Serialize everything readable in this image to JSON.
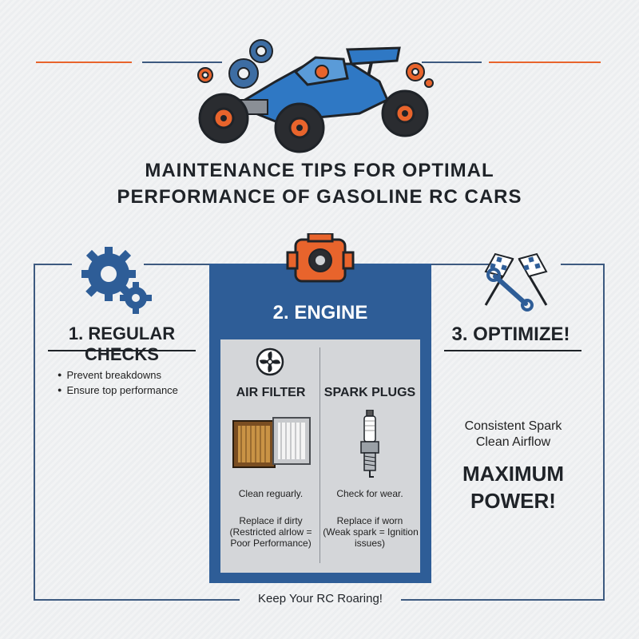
{
  "title": {
    "line1": "Maintenance Tips for Optimal",
    "line2": "Performance of Gasoline RC Cars"
  },
  "colors": {
    "accent_orange": "#e8642c",
    "accent_blue": "#2e5d97",
    "dark_text": "#1f2328",
    "panel_gray": "#d4d6d9"
  },
  "left": {
    "icon": "gears-icon",
    "title": "1. Regular Checks",
    "bullets": [
      "Prevent breakdowns",
      "Ensure top performance"
    ]
  },
  "center": {
    "icon": "engine-icon",
    "title": "2. Engine",
    "air_filter": {
      "icon": "fan-icon",
      "title": "Air Filter",
      "note1": "Clean reguarly.",
      "note2_l1": "Replace if dirty",
      "note2_l2": "(Restricted alrlow =",
      "note2_l3": "Poor Performance)"
    },
    "spark_plugs": {
      "icon": "spark-plug-icon",
      "title": "Spark Plugs",
      "note1": "Check for wear.",
      "note2_l1": "Replace if worn",
      "note2_l2": "(Weak spark = Ignition",
      "note2_l3": "issues)"
    }
  },
  "right": {
    "icon": "checkered-flags-wrench-icon",
    "title": "3. Optimize!",
    "line1": "Consistent Spark",
    "line2": "Clean Airflow",
    "big1": "MAXIMUM",
    "big2": "POWER!"
  },
  "footer": "Keep Your RC Roaring!"
}
